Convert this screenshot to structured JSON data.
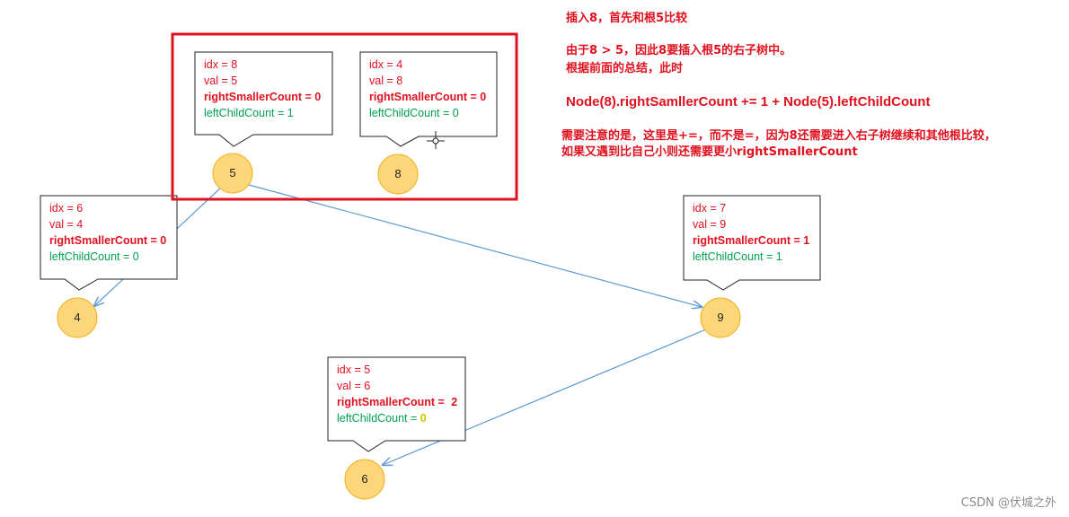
{
  "callouts": {
    "c8": {
      "idx": "idx = 8",
      "val": "val = 5",
      "rsc": "rightSmallerCount = 0",
      "lcc": "leftChildCount = 1"
    },
    "c4": {
      "idx": "idx = 4",
      "val": "val = 8",
      "rsc": "rightSmallerCount = 0",
      "lcc": "leftChildCount = 0"
    },
    "c6": {
      "idx": "idx = 6",
      "val": "val = 4",
      "rsc": "rightSmallerCount = 0",
      "lcc": "leftChildCount = 0"
    },
    "c7": {
      "idx": "idx = 7",
      "val": "val = 9",
      "rsc": "rightSmallerCount = 1",
      "lcc": "leftChildCount = 1"
    },
    "c5": {
      "idx": "idx = 5",
      "val": "val = 6",
      "rsc": "rightSmallerCount = ",
      "rsc_num": "2",
      "lcc": "leftChildCount = ",
      "lcc_num": "0"
    }
  },
  "nodes": {
    "n5": "5",
    "n8": "8",
    "n4": "4",
    "n9": "9",
    "n6": "6"
  },
  "notes": {
    "line1": "插入8，首先和根5比较",
    "line2": "由于8 > 5，因此8要插入根5的右子树中。",
    "line3": "根据前面的总结，此时",
    "formula": "Node(8).rightSamllerCount += 1 + Node(5).leftChildCount",
    "line4": "需要注意的是，这里是+=，而不是=，因为8还需要进入右子树继续和其他根比较，",
    "line5": "如果又遇到比自己小则还需要更小rightSmallerCount"
  },
  "watermark": "CSDN @伏城之外",
  "colors": {
    "node_fill": "#fdd67a",
    "node_stroke": "#f0b020",
    "edge": "#5b9bd5",
    "highlight": "#e0101e"
  }
}
